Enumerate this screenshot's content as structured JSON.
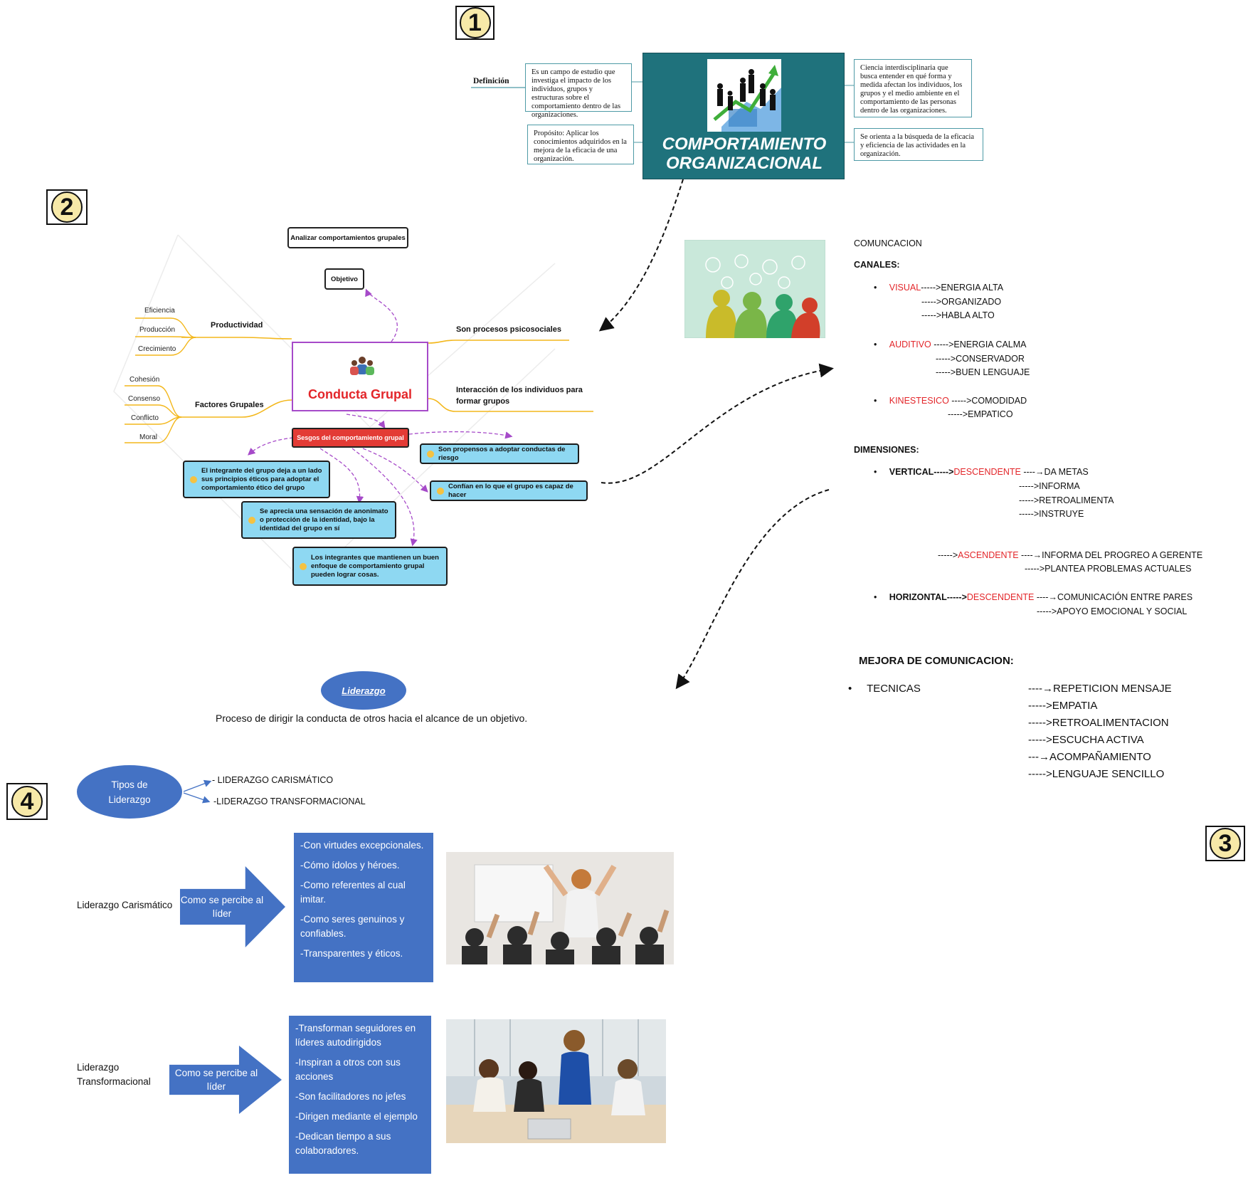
{
  "badges": {
    "n1": "1",
    "n2": "2",
    "n3": "3",
    "n4": "4"
  },
  "colors": {
    "teal": "#1f727c",
    "red_accent": "#e3262a",
    "blue": "#4472c4",
    "cyan": "#8ed8f2",
    "purple": "#a64ac9"
  },
  "section1": {
    "title_line1": "COMPORTAMIENTO",
    "title_line2": "ORGANIZACIONAL",
    "definition_label": "Definición",
    "box_def": "Es un campo de estudio que investiga el impacto de los individuos, grupos y estructuras sobre el comportamiento dentro de las organizaciones.",
    "box_purpose": "Propósito: Aplicar los conocimientos adquiridos en la mejora de la eficacia de una organización.",
    "box_science": "Ciencia interdisciplinaria que busca entender en qué forma y medida afectan los individuos, los grupos y el medio ambiente en el comportamiento de las personas dentro de las organizaciones.",
    "box_orient": "Se orienta a la búsqueda de la eficacia y eficiencia de las actividades en la organización."
  },
  "section2": {
    "analyze": "Analizar comportamientos grupales",
    "objective": "Objetivo",
    "central": "Conducta Grupal",
    "productividad": "Productividad",
    "prod_items": [
      "Eficiencia",
      "Producción",
      "Crecimiento"
    ],
    "factores": "Factores Grupales",
    "fact_items": [
      "Cohesión",
      "Consenso",
      "Conflicto",
      "Moral"
    ],
    "right1": "Son procesos psicosociales",
    "right2": "Interacción de los individuos para formar grupos",
    "sesgos": "Sesgos del comportamiento grupal",
    "bias1": "El integrante del grupo deja a un lado sus principios éticos para adoptar el comportamiento ético del grupo",
    "bias2": "Se aprecia una sensación de anonimato o protección de la identidad, bajo la identidad del grupo en sí",
    "bias3": "Los integrantes que mantienen un buen enfoque de comportamiento grupal pueden lograr cosas.",
    "bias4": "Son propensos a adoptar conductas de riesgo",
    "bias5": "Confían en lo que el grupo es capaz de hacer"
  },
  "section3": {
    "title": "COMUNCACION",
    "canales": "CANALES:",
    "visual": {
      "name": "VISUAL",
      "first": "----->ENERGIA ALTA",
      "rest": [
        "----->ORGANIZADO",
        "----->HABLA ALTO"
      ]
    },
    "auditivo": {
      "name": "AUDITIVO",
      "first": " ----->ENERGIA CALMA",
      "rest": [
        "----->CONSERVADOR",
        "----->BUEN LENGUAJE"
      ]
    },
    "kinestesico": {
      "name": "KINESTESICO",
      "first": " ----->COMODIDAD",
      "rest": [
        "----->EMPATICO"
      ]
    },
    "dimensiones": "DIMENSIONES:",
    "vertical_label": "VERTICAL----->",
    "descendente": "DESCENDENTE",
    "vert_first": " ----→DA METAS",
    "vert_rest": [
      "----->INFORMA",
      "----->RETROALIMENTA",
      "----->INSTRUYE"
    ],
    "asc_prefix": "----->",
    "ascendente": "ASCENDENTE",
    "asc_first": " ----→INFORMA DEL PROGREO A GERENTE",
    "asc_rest": [
      "----->PLANTEA PROBLEMAS ACTUALES"
    ],
    "horizontal_label": "HORIZONTAL----->",
    "hor_first": " ----→COMUNICACIÓN ENTRE PARES",
    "hor_rest": [
      "----->APOYO EMOCIONAL Y SOCIAL"
    ],
    "mejora": "MEJORA DE COMUNICACION:",
    "tecnicas": "TECNICAS",
    "tec_items": [
      "----→REPETICION MENSAJE",
      "----->EMPATIA",
      "----->RETROALIMENTACION",
      "----->ESCUCHA ACTIVA",
      "---→ACOMPAÑAMIENTO",
      "----->LENGUAJE SENCILLO"
    ]
  },
  "section4": {
    "liderazgo": "Liderazgo",
    "definition": "Proceso de dirigir la conducta de otros hacia el alcance de un objetivo.",
    "tipos_line1": "Tipos de",
    "tipos_line2": "Liderazgo",
    "tipo1": "- LIDERAZGO CARISMÁTICO",
    "tipo2": "-LIDERAZGO TRANSFORMACIONAL",
    "car_label": "Liderazgo Carismático",
    "arrow_text": "Como se percibe al líder",
    "car_items": [
      "-Con virtudes excepcionales.",
      "-Cómo ídolos y héroes.",
      "-Como referentes al cual imitar.",
      "-Como seres genuinos y confiables.",
      "-Transparentes y éticos."
    ],
    "trans_label_1": "Liderazgo",
    "trans_label_2": "Transformacional",
    "trans_items": [
      "-Transforman seguidores en líderes autodirigidos",
      "-Inspiran a otros con sus acciones",
      "-Son facilitadores no jefes",
      "-Dirigen mediante el ejemplo",
      "-Dedican tiempo a sus colaboradores."
    ]
  }
}
